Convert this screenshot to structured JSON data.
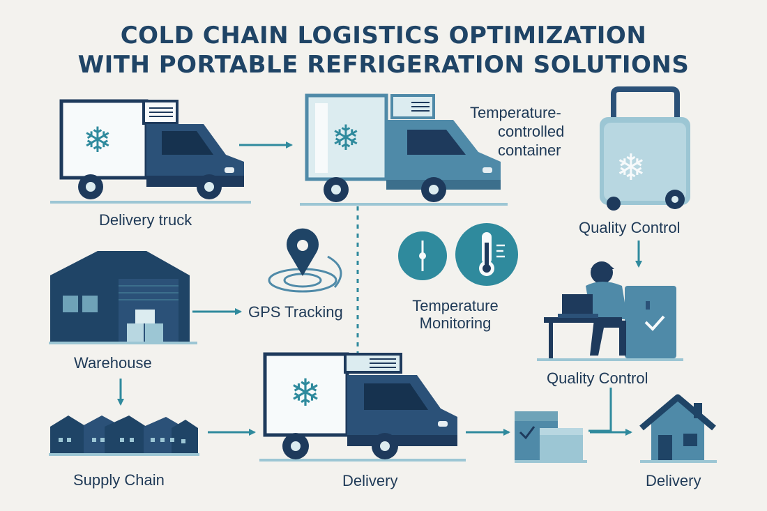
{
  "title": {
    "line1": "COLD CHAIN LOGISTICS OPTIMIZATION",
    "line2": "WITH PORTABLE REFRIGERATION SOLUTIONS"
  },
  "labels": {
    "delivery_truck": "Delivery truck",
    "container_line1": "Temperature-",
    "container_line2": "controlled",
    "container_line3": "container",
    "quality_control_top": "Quality Control",
    "warehouse": "Warehouse",
    "gps_tracking": "GPS Tracking",
    "temp_monitoring_line1": "Temperature",
    "temp_monitoring_line2": "Monitoring",
    "quality_control_mid": "Quality Control",
    "supply_chain": "Supply Chain",
    "delivery_center": "Delivery",
    "delivery_right": "Delivery"
  },
  "colors": {
    "navy": "#1f4466",
    "dark": "#1e3a5c",
    "teal": "#2f8a9d",
    "mid": "#4f8aa8",
    "light": "#9cc6d4",
    "pale": "#dcecf0",
    "white": "#f7fafb"
  },
  "icons": [
    "snowflake-icon",
    "location-pin-icon",
    "dial-gauge-icon",
    "thermometer-icon",
    "checkmark-icon",
    "laptop-icon",
    "house-icon"
  ]
}
